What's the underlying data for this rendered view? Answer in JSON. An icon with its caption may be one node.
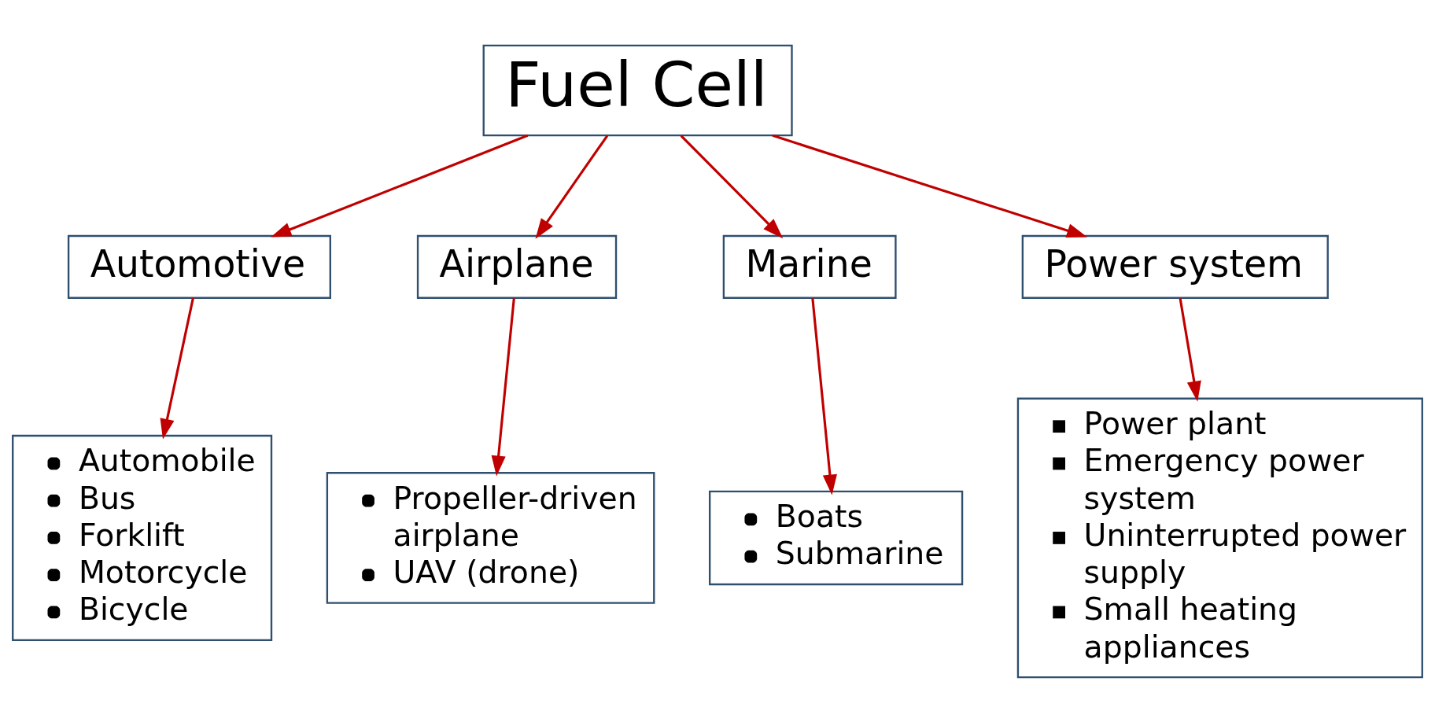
{
  "diagram": {
    "nodes": [
      {
        "text": [
          "Fuel Cell"
        ]
      },
      {
        "text": [
          "Automotive"
        ]
      },
      {
        "text": [
          "Airplane"
        ]
      },
      {
        "text": [
          "Marine"
        ]
      },
      {
        "text": [
          "Power system"
        ]
      },
      {
        "text": [
          "Automobile",
          "Bus",
          "Forklift",
          "Motorcycle",
          "Bicycle"
        ]
      },
      {
        "text": [
          "Propeller-driven airplane",
          "UAV (drone)"
        ]
      },
      {
        "text": [
          "Boats",
          "Submarine"
        ]
      },
      {
        "text": [
          "Power plant",
          "Emergency power system",
          "Uninterrupted power supply",
          "Small heating appliances"
        ]
      }
    ],
    "edges": [
      {
        "from": 0,
        "to": 1,
        "arrow": "to"
      },
      {
        "from": 0,
        "to": 2,
        "arrow": "to"
      },
      {
        "from": 0,
        "to": 3,
        "arrow": "to"
      },
      {
        "from": 0,
        "to": 4,
        "arrow": "to"
      },
      {
        "from": 1,
        "to": 5,
        "arrow": "to"
      },
      {
        "from": 2,
        "to": 6,
        "arrow": "to"
      },
      {
        "from": 3,
        "to": 7,
        "arrow": "to"
      },
      {
        "from": 4,
        "to": 8,
        "arrow": "to"
      }
    ]
  }
}
